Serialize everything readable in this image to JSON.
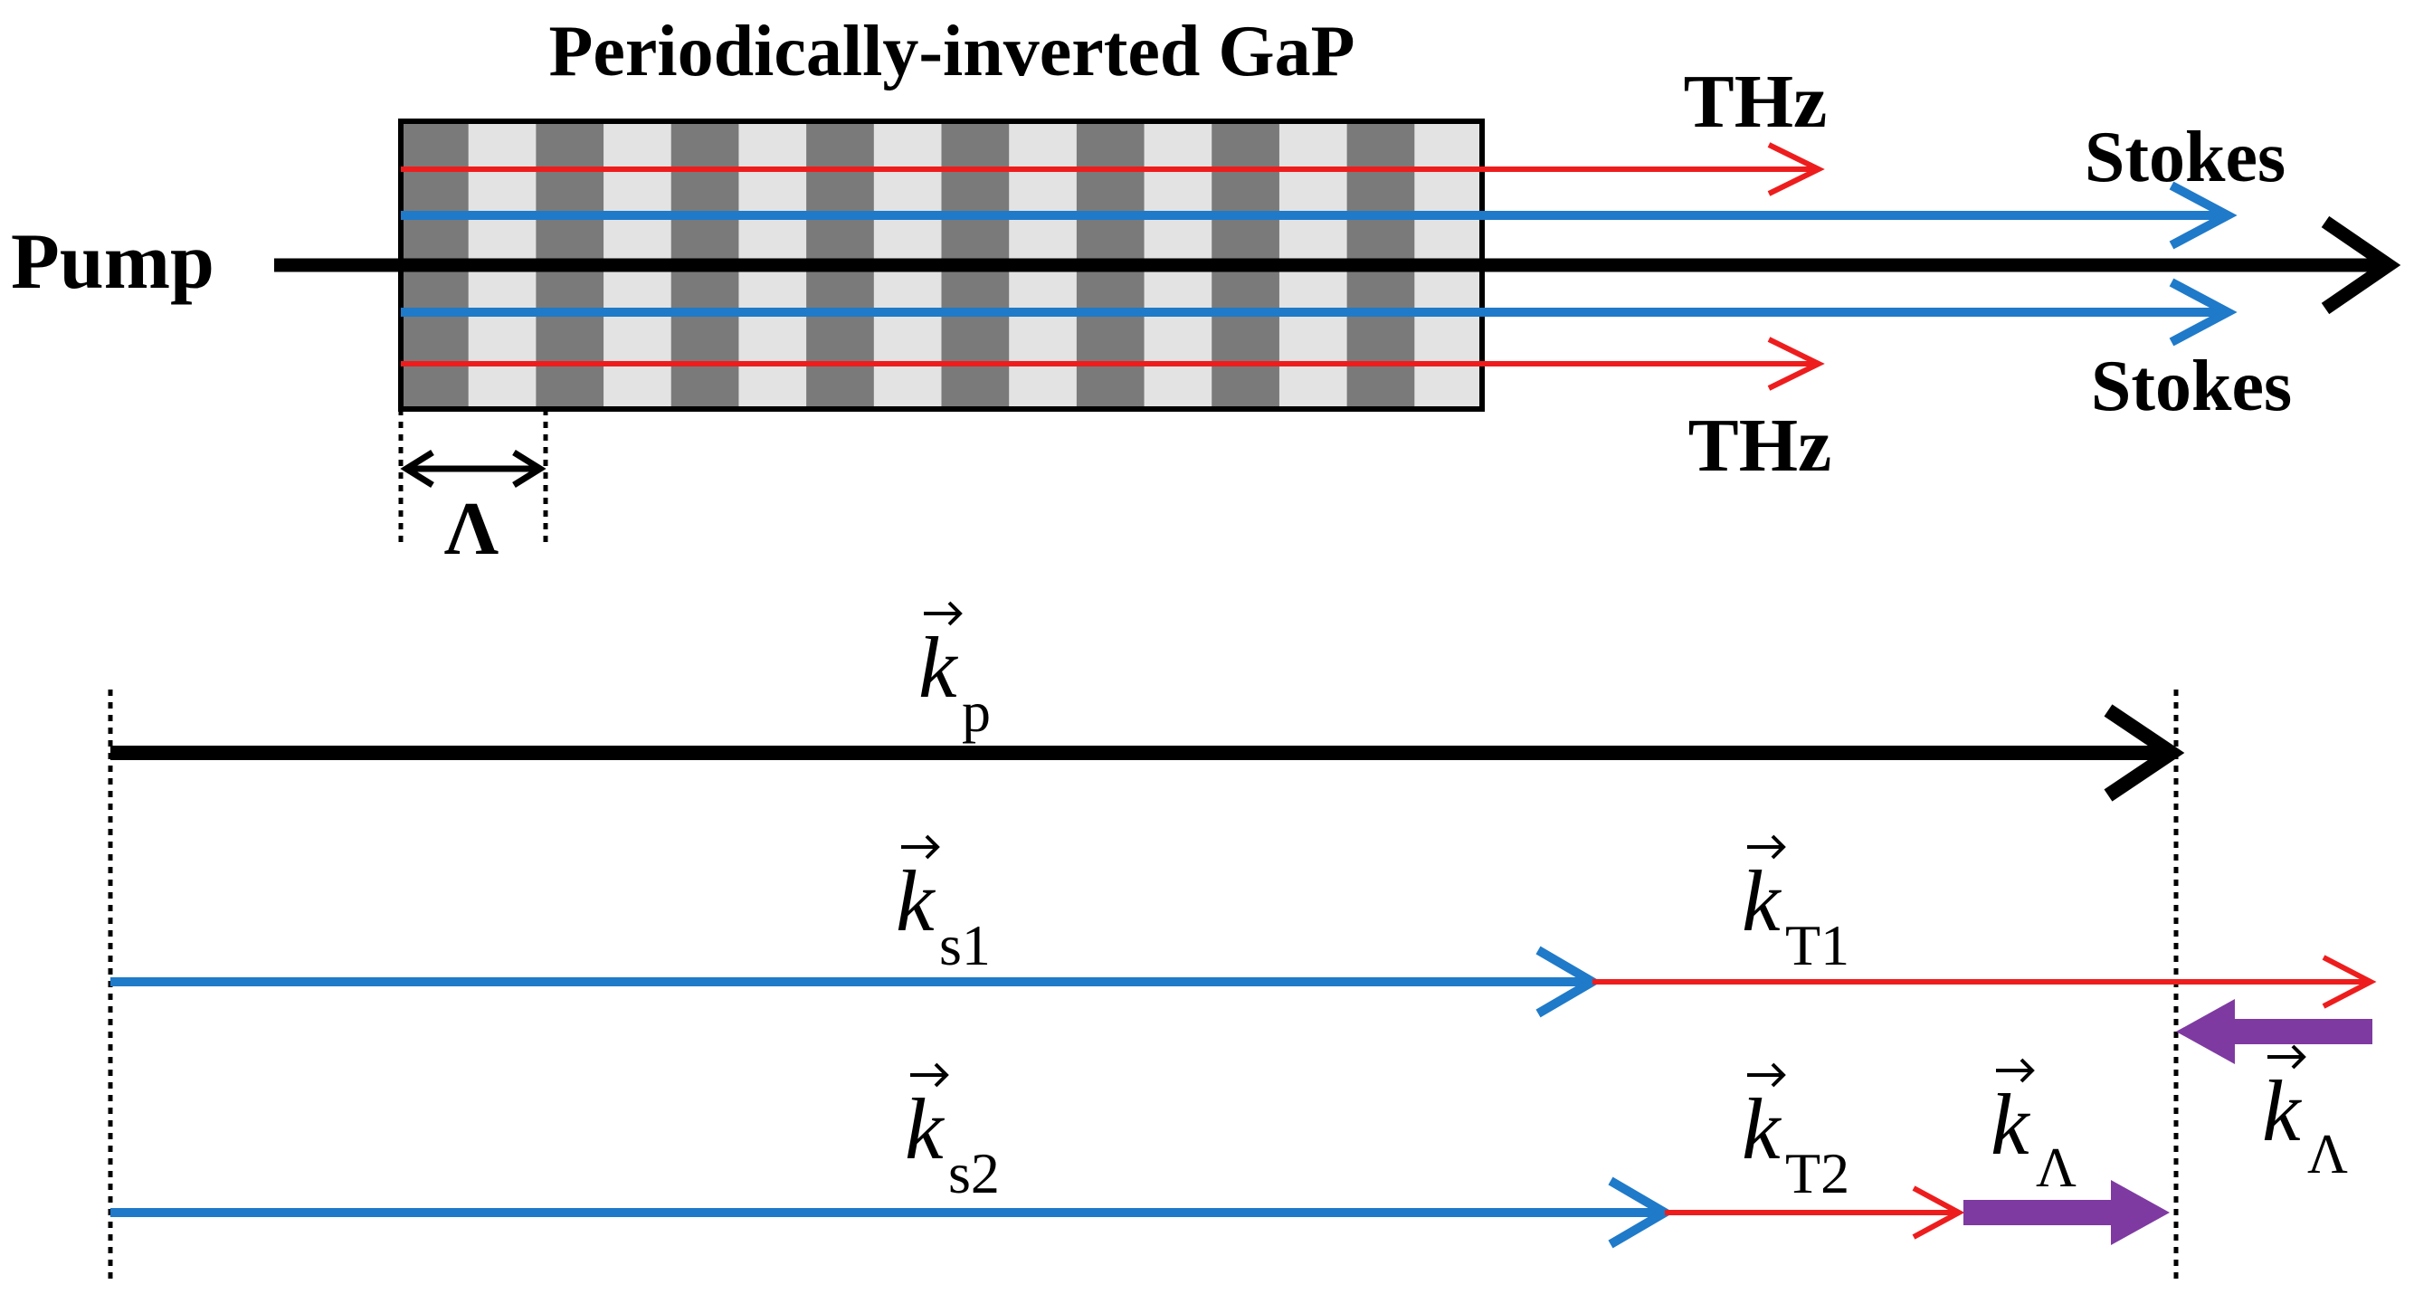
{
  "colors": {
    "pump": "#000000",
    "stokes": "#1f7ac9",
    "thz": "#ee1d1d",
    "grating": "#7f3aa2",
    "dark_stripe": "#7a7a7a",
    "light_stripe": "#e3e3e3"
  },
  "top": {
    "title": "Periodically-inverted GaP",
    "pump_label": "Pump",
    "thz_label_top": "THz",
    "thz_label_bottom": "THz",
    "stokes_label_top": "Stokes",
    "stokes_label_bottom": "Stokes",
    "period_label": "Λ"
  },
  "bottom": {
    "kp": {
      "symbol": "k",
      "sub": "p"
    },
    "ks1": {
      "symbol": "k",
      "sub": "s1"
    },
    "kT1": {
      "symbol": "k",
      "sub": "T1"
    },
    "ks2": {
      "symbol": "k",
      "sub": "s2"
    },
    "kT2": {
      "symbol": "k",
      "sub": "T2"
    },
    "kL_fwd": {
      "symbol": "k",
      "sub": "Λ"
    },
    "kL_back": {
      "symbol": "k",
      "sub": "Λ"
    }
  }
}
